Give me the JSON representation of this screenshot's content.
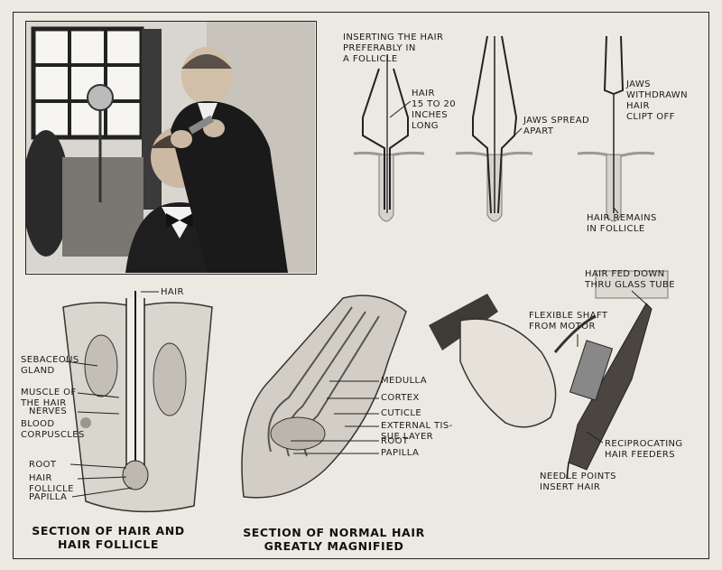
{
  "diagram1": {
    "title": "INSERTING THE HAIR\nPREFERABLY IN\nA FOLLICLE",
    "hair_label": "HAIR\n15 TO 20\nINCHES\nLONG"
  },
  "diagram2": {
    "jaws_label": "JAWS SPREAD\nAPART"
  },
  "diagram3": {
    "jaws_label": "JAWS\nWITHDRAWN\nHAIR\nCLIPT OFF",
    "remains_label": "HAIR REMAINS\nIN FOLLICLE"
  },
  "follicle": {
    "labels": {
      "hair": "HAIR",
      "sebaceous": "SEBACEOUS\nGLAND",
      "muscle": "MUSCLE OF\nTHE HAIR",
      "nerves": "NERVES",
      "blood": "BLOOD\nCORPUSCLES",
      "root": "ROOT",
      "hair_follicle": "HAIR\nFOLLICLE",
      "papilla": "PAPILLA"
    },
    "caption": "SECTION OF HAIR AND\nHAIR FOLLICLE"
  },
  "magnified": {
    "labels": {
      "medulla": "MEDULLA",
      "cortex": "CORTEX",
      "cuticle": "CUTICLE",
      "external": "EXTERNAL TIS-\nSUE LAYER",
      "root": "ROOT",
      "papilla": "PAPILLA"
    },
    "caption": "SECTION OF NORMAL HAIR\nGREATLY MAGNIFIED"
  },
  "device": {
    "labels": {
      "fed": "HAIR FED DOWN\nTHRU GLASS TUBE",
      "shaft": "FLEXIBLE SHAFT\nFROM MOTOR",
      "feeders": "RECIPROCATING\nHAIR FEEDERS",
      "needle": "NEEDLE POINTS\nINSERT HAIR"
    }
  }
}
